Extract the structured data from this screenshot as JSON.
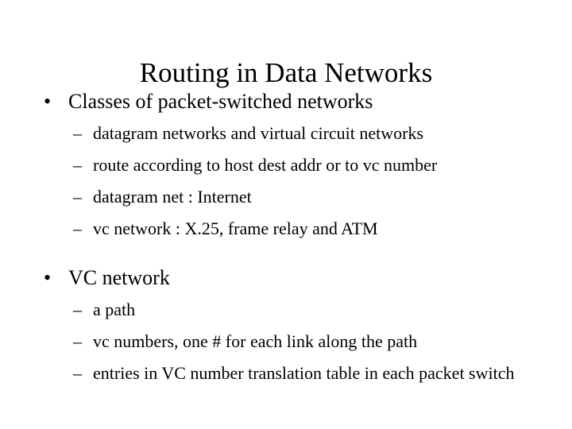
{
  "slide": {
    "title": "Routing in Data Networks",
    "background_color": "#ffffff",
    "text_color": "#000000",
    "level1_bullet_glyph": "•",
    "level2_bullet_glyph": "–",
    "content": [
      {
        "level": 1,
        "text": "Classes of packet-switched networks",
        "children": [
          {
            "level": 2,
            "text": "datagram networks and virtual circuit networks"
          },
          {
            "level": 2,
            "text": "route according to host dest addr or to vc number"
          },
          {
            "level": 2,
            "text": "datagram net : Internet"
          },
          {
            "level": 2,
            "text": "vc network : X.25, frame relay and ATM"
          }
        ]
      },
      {
        "level": 1,
        "text": "VC network",
        "children": [
          {
            "level": 2,
            "text": "a path"
          },
          {
            "level": 2,
            "text": "vc numbers, one # for each link along the path"
          },
          {
            "level": 2,
            "text": "entries in VC number translation table in each packet switch"
          }
        ]
      }
    ]
  }
}
